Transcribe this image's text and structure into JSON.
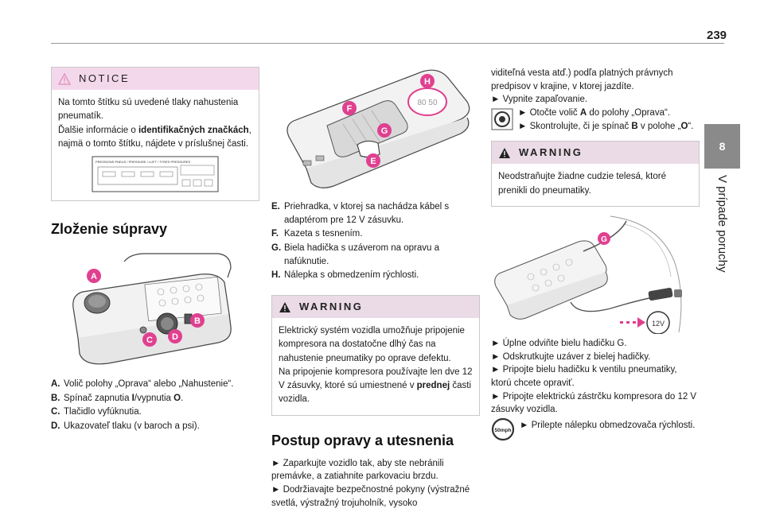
{
  "page": {
    "number": "239",
    "chapter_num": "8",
    "chapter_title": "V prípade poruchy"
  },
  "notice": {
    "title": "NOTICE",
    "line1": "Na tomto štítku sú uvedené tlaky nahustenia pneumatík.",
    "line2_pre": "Ďalšie informácie o ",
    "line2_bold": "identifikačných značkách",
    "line2_post": ", najmä o tomto štítku, nájdete v príslušnej časti.",
    "label_text": "PRESSIONS PNEUS / PRESSURE / LUFT / TYRES PRESSURES"
  },
  "kit": {
    "title": "Zloženie súpravy",
    "items": [
      {
        "key": "A.",
        "text": "Volič polohy „Oprava“ alebo „Nahustenie“."
      },
      {
        "key": "B.",
        "text_pre": "Spínač zapnutia ",
        "b1": "I",
        "text_mid": "/vypnutia ",
        "b2": "O",
        "text_post": "."
      },
      {
        "key": "C.",
        "text": "Tlačidlo vyfúknutia."
      },
      {
        "key": "D.",
        "text": "Ukazovateľ tlaku (v baroch a psi)."
      }
    ],
    "markers": [
      "A",
      "B",
      "C",
      "D"
    ]
  },
  "kit2": {
    "markers": [
      "E",
      "F",
      "G",
      "H"
    ],
    "sticker": "80 50",
    "items": [
      {
        "key": "E.",
        "text": "Priehradka, v ktorej sa nachádza kábel s adaptérom pre 12 V zásuvku."
      },
      {
        "key": "F.",
        "text": "Kazeta s tesnením."
      },
      {
        "key": "G.",
        "text": "Biela hadička s uzáverom na opravu a nafúknutie."
      },
      {
        "key": "H.",
        "text": "Nálepka s obmedzením rýchlosti."
      }
    ]
  },
  "warning1": {
    "title": "WARNING",
    "text_pre": "Elektrický systém vozidla umožňuje pripojenie kompresora na dostatočne dlhý čas na nahustenie pneumatiky po oprave defektu.\nNa pripojenie kompresora používajte len dve 12 V zásuvky, ktoré sú umiestnené v ",
    "text_bold": "prednej",
    "text_post": " časti vozidla."
  },
  "repair": {
    "title": "Postup opravy a utesnenia",
    "p1": "► Zaparkujte vozidlo tak, aby ste nebránili premávke, a zatiahnite parkovaciu brzdu.",
    "p2": "► Dodržiavajte bezpečnostné pokyny (výstražné svetlá, výstražný trojuholník, vysoko"
  },
  "col3": {
    "p1": "viditeľná vesta atď.) podľa platných právnych predpisov v krajine, v ktorej jazdíte.",
    "p2": "► Vypnite zapaľovanie.",
    "p3_pre": "► Otočte volič ",
    "p3_b": "A",
    "p3_post": " do polohy „Oprava“.",
    "p4_pre": "► Skontrolujte, či je spínač ",
    "p4_b": "B",
    "p4_mid": " v polohe „",
    "p4_b2": "O",
    "p4_post": "“.",
    "steps": [
      "► Úplne odviňte bielu hadičku G.",
      "► Odskrutkujte uzáver z bielej hadičky.",
      "► Pripojte bielu hadičku k ventilu pneumatiky, ktorú chcete opraviť.",
      "► Pripojte elektrickú zástrčku kompresora do 12 V zásuvky vozidla."
    ],
    "last": "► Prilepte nálepku obmedzovača rýchlosti.",
    "speed_icon": "50mph",
    "socket_label": "12V",
    "hose_marker": "G"
  },
  "warning2": {
    "title": "WARNING",
    "text": "Neodstraňujte žiadne cudzie telesá, ktoré prenikli do pneumatiky."
  },
  "colors": {
    "accent_pink": "#e0408f",
    "notice_bg": "#f3d8ec",
    "warning_bg": "#eadbe6",
    "tab_gray": "#8a8a8a"
  }
}
